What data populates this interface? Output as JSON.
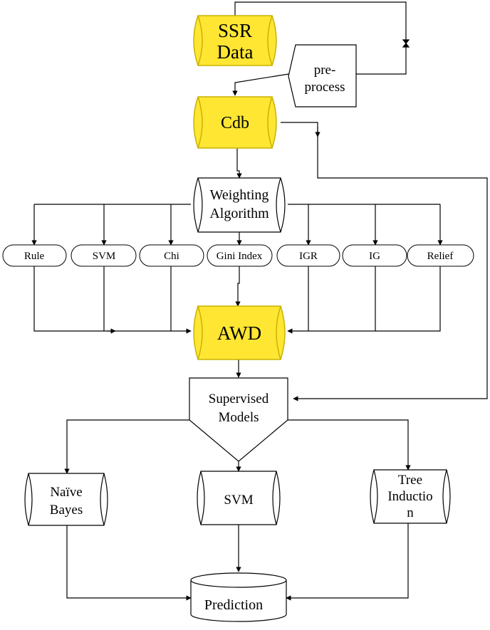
{
  "colors": {
    "highlight": "#FFE633",
    "highlight_edge": "#C9B200",
    "plain": "#FFFFFF",
    "stroke": "#000000"
  },
  "nodes": {
    "ssr_data": {
      "line1": "SSR",
      "line2": "Data"
    },
    "preprocess": {
      "line1": "pre-",
      "line2": "process"
    },
    "cdb": {
      "label": "Cdb"
    },
    "weighting": {
      "line1": "Weighting",
      "line2": "Algorithm"
    },
    "weights": [
      "Rule",
      "SVM",
      "Chi",
      "Gini Index",
      "IGR",
      "IG",
      "Relief"
    ],
    "awd": {
      "label": "AWD"
    },
    "supervised": {
      "line1": "Supervised",
      "line2": "Models"
    },
    "naive_bayes": {
      "line1": "Naïve",
      "line2": "Bayes"
    },
    "svm_model": {
      "label": "SVM"
    },
    "tree": {
      "line1": "Tree",
      "line2": "Inductio",
      "line3": "n"
    },
    "prediction": {
      "label": "Prediction"
    }
  }
}
